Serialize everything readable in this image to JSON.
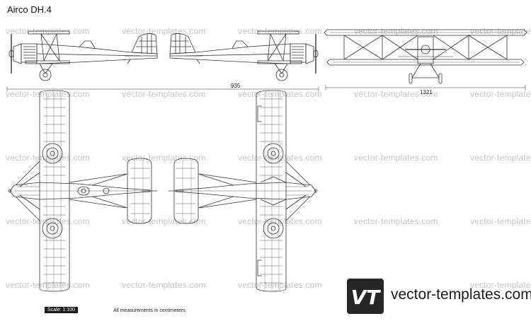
{
  "title": "Airco DH.4",
  "dimensions": {
    "length": "935",
    "span": "1321"
  },
  "watermark": "vector-templates.com",
  "scale": "Scale: 1:100",
  "measurement_note": "All measurements in centimeters.",
  "brand": {
    "url": "vector-templates.com",
    "logo": "VT"
  },
  "colors": {
    "line": "#333333",
    "watermark": "#c4c4c4",
    "badge": "#1a1a1a"
  }
}
